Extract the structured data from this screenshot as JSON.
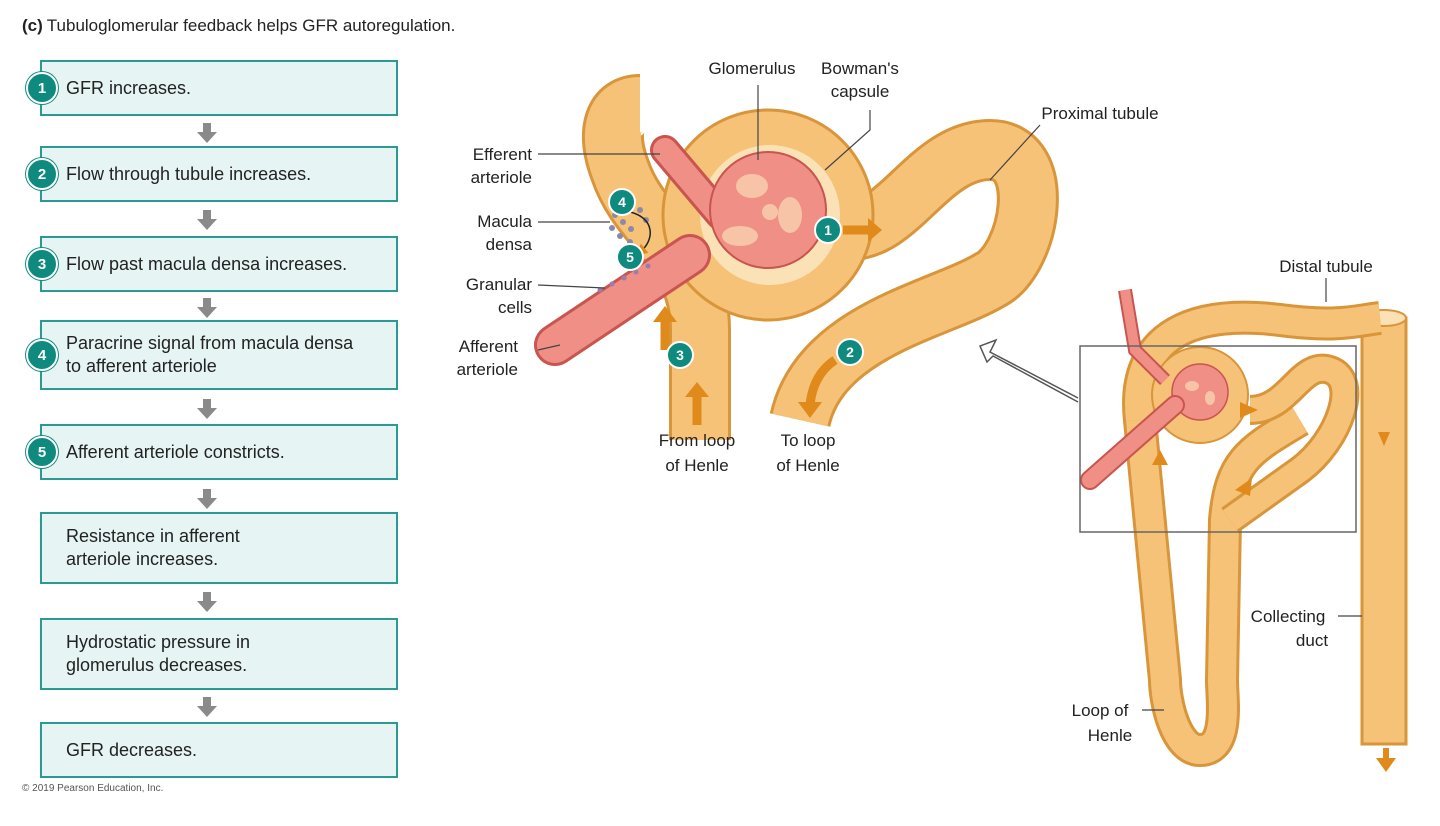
{
  "header": {
    "panel_letter": "(c)",
    "title": "Tubuloglomerular feedback helps GFR autoregulation."
  },
  "flowchart": {
    "steps": [
      {
        "number": "1",
        "text": "GFR increases."
      },
      {
        "number": "2",
        "text": "Flow through tubule increases."
      },
      {
        "number": "3",
        "text": "Flow past macula densa increases."
      },
      {
        "number": "4",
        "text": "Paracrine signal from macula densa to afferent arteriole"
      },
      {
        "number": "5",
        "text": "Afferent arteriole constricts."
      },
      {
        "number": "",
        "text": "Resistance in afferent arteriole increases."
      },
      {
        "number": "",
        "text": "Hydrostatic pressure in glomerulus decreases."
      },
      {
        "number": "",
        "text": "GFR decreases."
      }
    ]
  },
  "labels": {
    "glomerulus": "Glomerulus",
    "bowmans_1": "Bowman's",
    "bowmans_2": "capsule",
    "proximal": "Proximal tubule",
    "efferent_1": "Efferent",
    "efferent_2": "arteriole",
    "macula_1": "Macula",
    "macula_2": "densa",
    "granular_1": "Granular",
    "granular_2": "cells",
    "afferent_1": "Afferent",
    "afferent_2": "arteriole",
    "from_loop_1": "From loop",
    "from_loop_2": "of Henle",
    "to_loop_1": "To loop",
    "to_loop_2": "of Henle",
    "distal": "Distal tubule",
    "collecting_1": "Collecting",
    "collecting_2": "duct",
    "loop_1": "Loop of",
    "loop_2": "Henle"
  },
  "markers": {
    "m1": "1",
    "m2": "2",
    "m3": "3",
    "m4": "4",
    "m5": "5"
  },
  "copyright": "© 2019 Pearson Education, Inc.",
  "colors": {
    "tubule": "#f6c277",
    "tubule_edge": "#d9953a",
    "vessel": "#f08f86",
    "vessel_edge": "#c8554f",
    "badge": "#0f8a7e",
    "box_fill": "#e6f4f3",
    "box_border": "#2a9a92",
    "flow_arrow": "#e08a1c"
  }
}
